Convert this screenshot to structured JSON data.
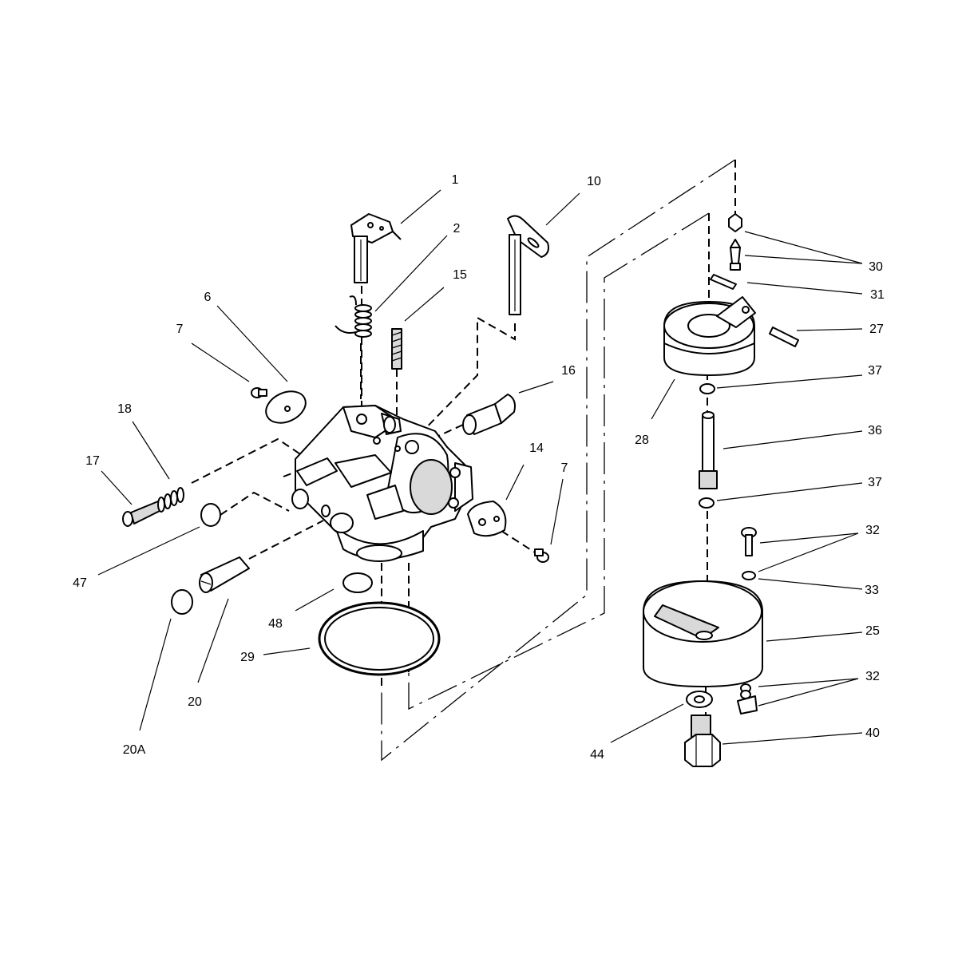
{
  "diagram": {
    "callouts": {
      "c1": "1",
      "c2": "2",
      "c15": "15",
      "c10": "10",
      "c6": "6",
      "c7a": "7",
      "c18": "18",
      "c17": "17",
      "c16": "16",
      "c14": "14",
      "c7b": "7",
      "c47": "47",
      "c48": "48",
      "c29": "29",
      "c20": "20",
      "c20a": "20A",
      "c30": "30",
      "c31": "31",
      "c27": "27",
      "c37a": "37",
      "c28": "28",
      "c36": "36",
      "c37b": "37",
      "c32a": "32",
      "c33": "33",
      "c25": "25",
      "c32b": "32",
      "c40": "40",
      "c44": "44"
    }
  }
}
